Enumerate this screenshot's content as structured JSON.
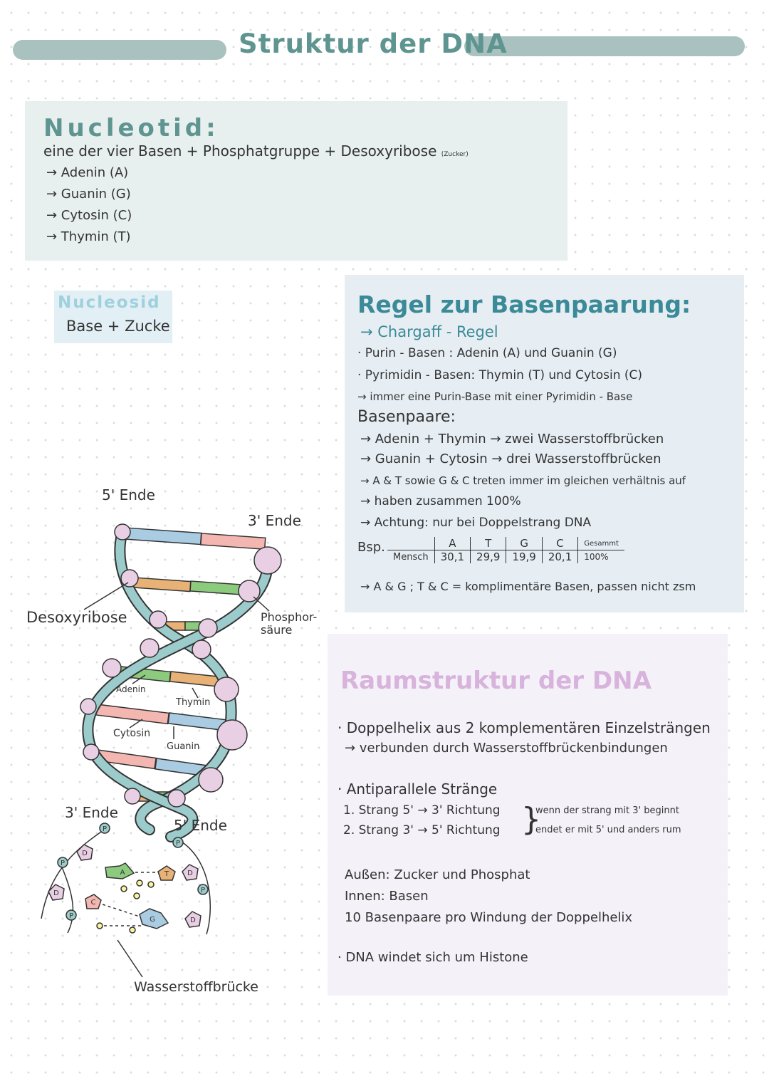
{
  "header": {
    "title": "Struktur der DNA"
  },
  "nucleotid": {
    "heading": "Nucleotid:",
    "formula": "eine der vier Basen + Phosphatgruppe + Desoxyribose",
    "formula_note": "(Zucker)",
    "bases": [
      "→ Adenin (A)",
      "→ Guanin (G)",
      "→ Cytosin (C)",
      "→ Thymin (T)"
    ]
  },
  "nucleosid": {
    "heading": "Nucleosid",
    "text": "Base + Zucke"
  },
  "regel": {
    "heading": "Regel zur Basenpaarung:",
    "sub": "→ Chargaff - Regel",
    "lines": [
      "· Purin - Basen : Adenin (A) und Guanin (G)",
      "· Pyrimidin - Basen: Thymin (T) und Cytosin (C)",
      "→ immer eine Purin-Base mit einer Pyrimidin - Base"
    ],
    "basenpaare_heading": "Basenpaare:",
    "pairs": [
      "→ Adenin + Thymin  → zwei Wasserstoffbrücken",
      "→ Guanin + Cytosin  → drei Wasserstoffbrücken"
    ],
    "notes": [
      "→ A & T  sowie  G & C  treten immer im gleichen verhältnis auf",
      "→ haben zusammen 100%",
      "→ Achtung: nur bei Doppelstrang DNA"
    ],
    "example_label": "Bsp.",
    "table": {
      "headers": [
        "",
        "A",
        "T",
        "G",
        "C",
        "Gesammt"
      ],
      "row": [
        "Mensch",
        "30,1",
        "29,9",
        "19,9",
        "20,1",
        "100%"
      ]
    },
    "complementary": "→ A & G ; T & C = komplimentäre Basen, passen nicht zsm"
  },
  "diagram": {
    "labels": {
      "five_end_top": "5' Ende",
      "three_end_top": "3' Ende",
      "desoxyribose": "Desoxyribose",
      "phosphor": "Phosphor-",
      "saeure": "säure",
      "adenin": "Adenin",
      "thymin": "Thymin",
      "cytosin": "Cytosin",
      "guanin": "Guanin",
      "three_end_bottom": "3' Ende",
      "five_end_bottom": "5' Ende",
      "wasserstoffbruecke": "Wasserstoffbrücke"
    },
    "glyphs": {
      "p": "P",
      "d": "D",
      "a": "A",
      "t": "T",
      "g": "G",
      "c": "C"
    },
    "colors": {
      "strand": "#9ccbcb",
      "strand_outline": "#333333",
      "node": "#e9cfe3",
      "blue": "#a9cce3",
      "pink": "#f4b6b0",
      "orange": "#e8b277",
      "green": "#8ccb7d"
    }
  },
  "raumstruktur": {
    "heading": "Raumstruktur der DNA",
    "p1_line1": "· Doppelhelix aus 2 komplementären Einzelsträngen",
    "p1_line2": "→ verbunden durch Wasserstoffbrückenbindungen",
    "p2_heading": "· Antiparallele Stränge",
    "p2_line1": "1. Strang  5' → 3'  Richtung",
    "p2_line2": "2. Strang  3' → 5'  Richtung",
    "p2_note1": "wenn der strang mit 3' beginnt",
    "p2_note2": "endet er mit 5' und anders rum",
    "p3_line1": "Außen: Zucker und Phosphat",
    "p3_line2": "Innen: Basen",
    "p3_line3": "10 Basenpaare pro Windung der Doppelhelix",
    "p4": "· DNA windet sich um Histone"
  },
  "theme": {
    "title_color": "#5f9591",
    "title_bar": "#a9c2c0",
    "box1_bg": "#e8efef",
    "box2_bg": "#e6eef4",
    "box3_bg": "#f4f2f8",
    "nucleosid_bg": "#e2eff5",
    "nucleosid_color": "#9fd0de",
    "regel_color": "#3b8a97",
    "raum_color": "#d8b3dc"
  }
}
